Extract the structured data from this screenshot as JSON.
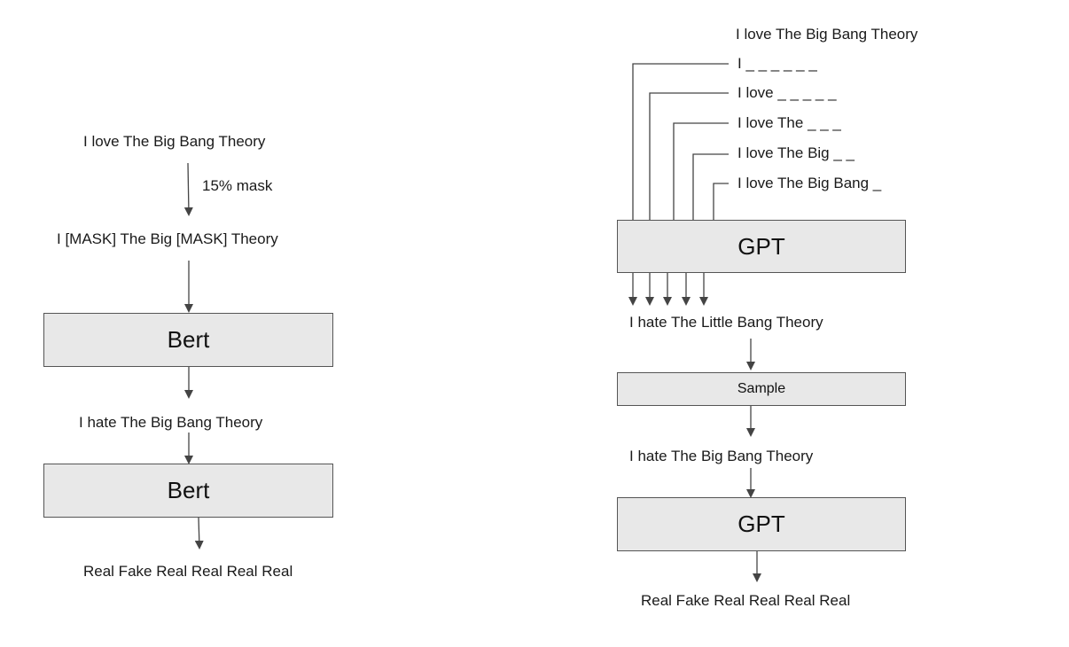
{
  "bert_panel": {
    "input": "I love The Big Bang Theory",
    "mask_note": "15% mask",
    "masked": "I [MASK] The Big [MASK] Theory",
    "generator_label": "Bert",
    "generated": "I hate The Big Bang Theory",
    "discriminator_label": "Bert",
    "output": "Real Fake Real Real Real Real"
  },
  "gpt_panel": {
    "input": "I love The Big Bang Theory",
    "prefixes": [
      "I _ _ _ _ _ _",
      "I love _ _ _ _ _",
      "I love The _ _ _",
      "I love The Big _ _",
      "I love The Big Bang _"
    ],
    "generator_label": "GPT",
    "predicted": "I hate The Little Bang Theory",
    "sample_label": "Sample",
    "sampled": "I hate The Big Bang Theory",
    "discriminator_label": "GPT",
    "output": "Real Fake Real Real Real Real"
  },
  "colors": {
    "box_fill": "#e8e8e8",
    "box_border": "#555555",
    "line": "#444444",
    "text": "#1a1a1a"
  }
}
